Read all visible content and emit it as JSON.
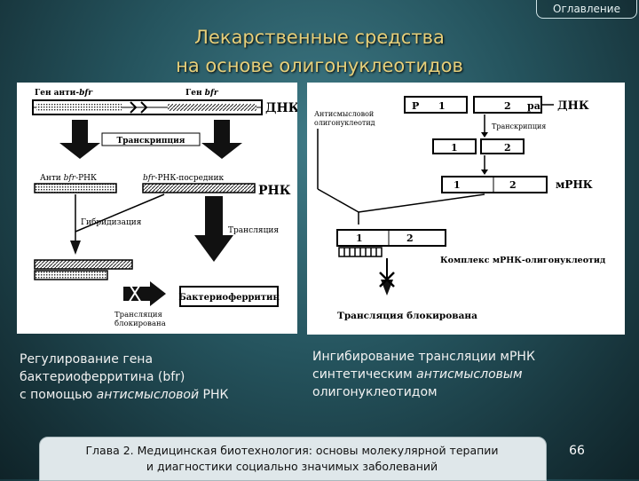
{
  "toc_button": "Оглавление",
  "title": {
    "line1": "Лекарственные средства",
    "line2": "на основе олигонуклеотидов"
  },
  "left_diagram": {
    "gene_anti": "Ген анти-",
    "gene_anti_it": "bfr",
    "gene_bfr": "Ген ",
    "gene_bfr_it": "bfr",
    "dna": "ДНК",
    "transcription": "Транскрипция",
    "anti_rna": "Анти ",
    "anti_rna_it": "bfr",
    "anti_rna_tail": "-РНК",
    "bfr_carrier_it": "bfr",
    "bfr_carrier": "-РНК-посредник",
    "rna": "РНК",
    "hybridization": "Гибридизация",
    "translation": "Трансляция",
    "bacterioferritin": "Бактериоферритин",
    "translation_blocked_1": "Трансляция",
    "translation_blocked_2": "блокирована"
  },
  "right_diagram": {
    "p": "Р",
    "n1": "1",
    "n2": "2",
    "pa": "ра",
    "dna": "ДНК",
    "antisense_1": "Антисмысловой",
    "antisense_2": "олигонуклеотид",
    "transcription": "Транскрипция",
    "mrna": "мРНК",
    "complex": "Комплекс мРНК-олигонуклеотид",
    "blocked": "Трансляция блокирована"
  },
  "left_caption": {
    "line1": "Регулирование гена",
    "line2": "бактериоферритина (bfr)",
    "line3_pre": "с помощью ",
    "line3_it": "антисмысловой",
    "line3_post": " РНК"
  },
  "right_caption": {
    "line1": "Ингибирование трансляции мРНК",
    "line2_pre": "синтетическим ",
    "line2_it": "антисмысловым",
    "line3": "олигонуклеотидом"
  },
  "footer": {
    "line1": "Глава 2. Медицинская биотехнология: основы молекулярной терапии",
    "line2": "и диагностики социально значимых заболеваний"
  },
  "page_number": "66"
}
